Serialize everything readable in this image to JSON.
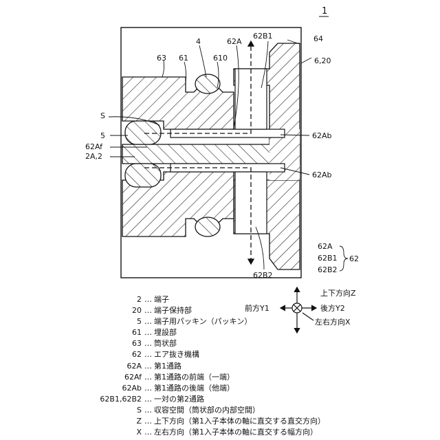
{
  "figure_number": "1",
  "callouts": {
    "c64": "64",
    "c620": "6,20",
    "c62B1_top": "62B1",
    "c62A": "62A",
    "c4": "4",
    "c610": "610",
    "c63": "63",
    "c61": "61",
    "cS": "S",
    "c5": "5",
    "c62Af": "62Af",
    "c2A2": "2A,2",
    "c62Ab_upper": "62Ab",
    "c62Ab_lower": "62Ab",
    "c62B2": "62B2",
    "group_62A": "62A",
    "group_62B1": "62B1",
    "group_62B2": "62B2",
    "group_62": "62"
  },
  "axes": {
    "up_down": "上下方向Z",
    "front": "前方Y1",
    "back": "後方Y2",
    "left_right": "左右方向X"
  },
  "legend": [
    {
      "symbol": "2",
      "desc": "端子"
    },
    {
      "symbol": "20",
      "desc": "端子保持部"
    },
    {
      "symbol": "5",
      "desc": "端子用パッキン（パッキン）"
    },
    {
      "symbol": "61",
      "desc": "埋設部"
    },
    {
      "symbol": "63",
      "desc": "筒状部"
    },
    {
      "symbol": "62",
      "desc": "エア抜き機構"
    },
    {
      "symbol": "62A",
      "desc": "第1通路"
    },
    {
      "symbol": "62Af",
      "desc": "第1通路の前端（一端）"
    },
    {
      "symbol": "62Ab",
      "desc": "第1通路の後端（他端）"
    },
    {
      "symbol": "62B1,62B2",
      "desc": "一対の第2通路"
    },
    {
      "symbol": "S",
      "desc": "収容空間（筒状部の内部空間）"
    },
    {
      "symbol": "Z",
      "desc": "上下方向（第1入子本体の軸に直交する直交方向）"
    },
    {
      "symbol": "X",
      "desc": "左右方向（第1入子本体の軸に直交する幅方向）"
    }
  ]
}
